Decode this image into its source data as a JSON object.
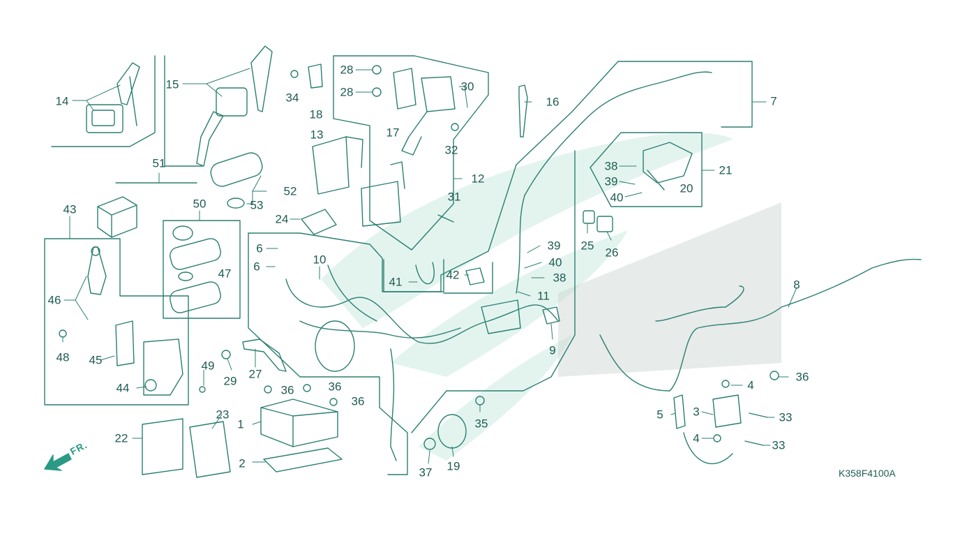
{
  "diagram_code": "K358F4100A",
  "front_label": "FR.",
  "colors": {
    "line": "#2a7f70",
    "text": "#1e5c52",
    "watermark": "#dff3ee",
    "dots": "#bfc9c6"
  },
  "callouts": [
    "14",
    "15",
    "34",
    "18",
    "28",
    "28",
    "17",
    "30",
    "16",
    "7",
    "32",
    "13",
    "12",
    "21",
    "38",
    "39",
    "40",
    "20",
    "31",
    "51",
    "52",
    "53",
    "24",
    "43",
    "50",
    "47",
    "6",
    "6",
    "10",
    "39",
    "40",
    "38",
    "25",
    "26",
    "41",
    "42",
    "11",
    "46",
    "45",
    "48",
    "44",
    "49",
    "29",
    "27",
    "36",
    "36",
    "36",
    "1",
    "2",
    "22",
    "23",
    "35",
    "37",
    "19",
    "9",
    "8",
    "36",
    "4",
    "5",
    "3",
    "33",
    "4",
    "33"
  ]
}
